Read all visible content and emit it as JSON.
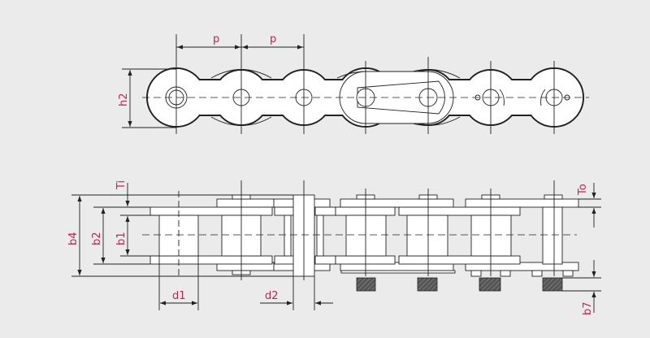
{
  "title": "Roller chain dimensions",
  "labels": {
    "pitch_1": "p",
    "pitch_2": "p",
    "h2": "h2",
    "Ti": "Ti",
    "To": "To",
    "b4": "b4",
    "b2": "b2",
    "b1": "b1",
    "d1": "d1",
    "d2": "d2",
    "b7": "b7"
  },
  "colors": {
    "label": "#c3234e",
    "line": "#222222",
    "background": "#ebebeb"
  }
}
